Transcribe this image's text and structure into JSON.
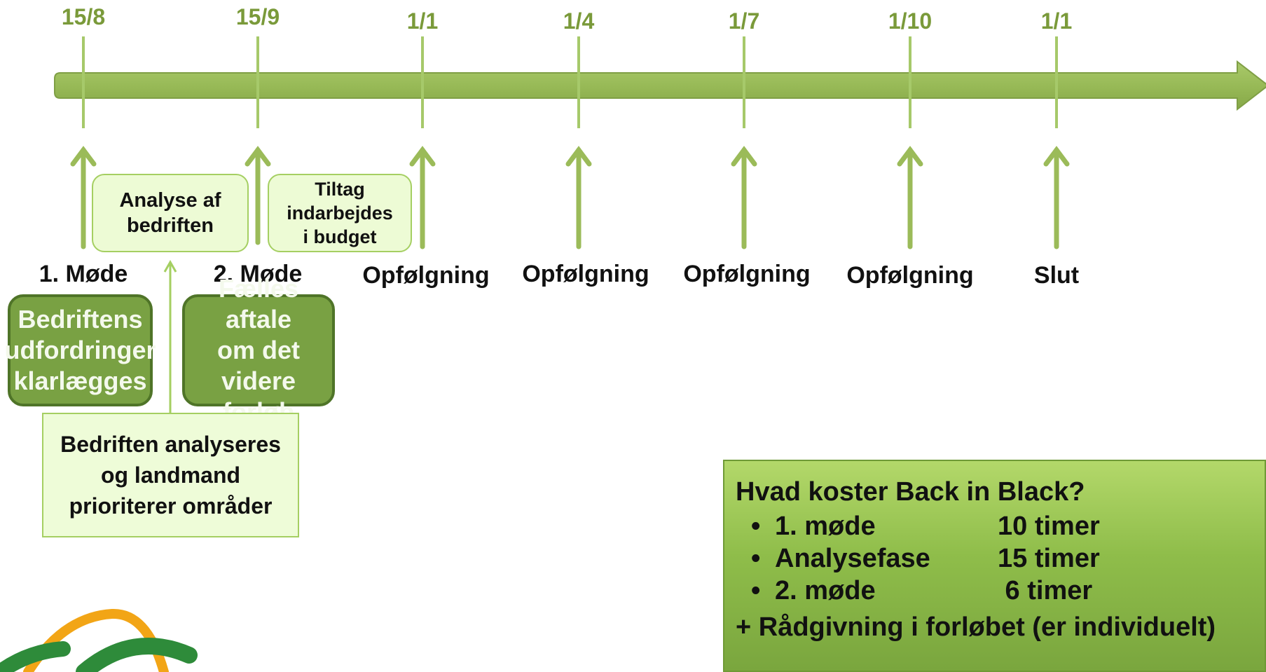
{
  "colors": {
    "timeline": "#9bbb59",
    "timeline_border": "#7f9f45",
    "date_text": "#7a9a3a",
    "light_box": "#edfbd5",
    "dark_box": "#79a143",
    "cost_box": "#8fbd4a"
  },
  "timeline": {
    "dates": [
      "15/8",
      "15/9",
      "1/1",
      "1/4",
      "1/7",
      "1/10",
      "1/1"
    ],
    "milestones": [
      "1. Møde",
      "2. Møde",
      "Opfølgning",
      "Opfølgning",
      "Opfølgning",
      "Opfølgning",
      "Slut"
    ]
  },
  "phases": {
    "analysis": "Analyse af\nbedriften",
    "budget": "Tiltag\nindarbejdes\ni budget"
  },
  "notes": {
    "challenges": "Bedriftens\nudfordringer\nklarlægges",
    "agreement": "Fælles aftale\nom det\nvidere forløb",
    "analysis_detail": "Bedriften analyseres\nog landmand\nprioriterer områder"
  },
  "cost": {
    "title": "Hvad koster Back in Black?",
    "items": [
      {
        "label": "1. møde",
        "hours": "10 timer"
      },
      {
        "label": "Analysefase",
        "hours": "15 timer"
      },
      {
        "label": "2. møde",
        "hours": " 6 timer"
      }
    ],
    "extra": "+ Rådgivning i forløbet (er individuelt)"
  }
}
